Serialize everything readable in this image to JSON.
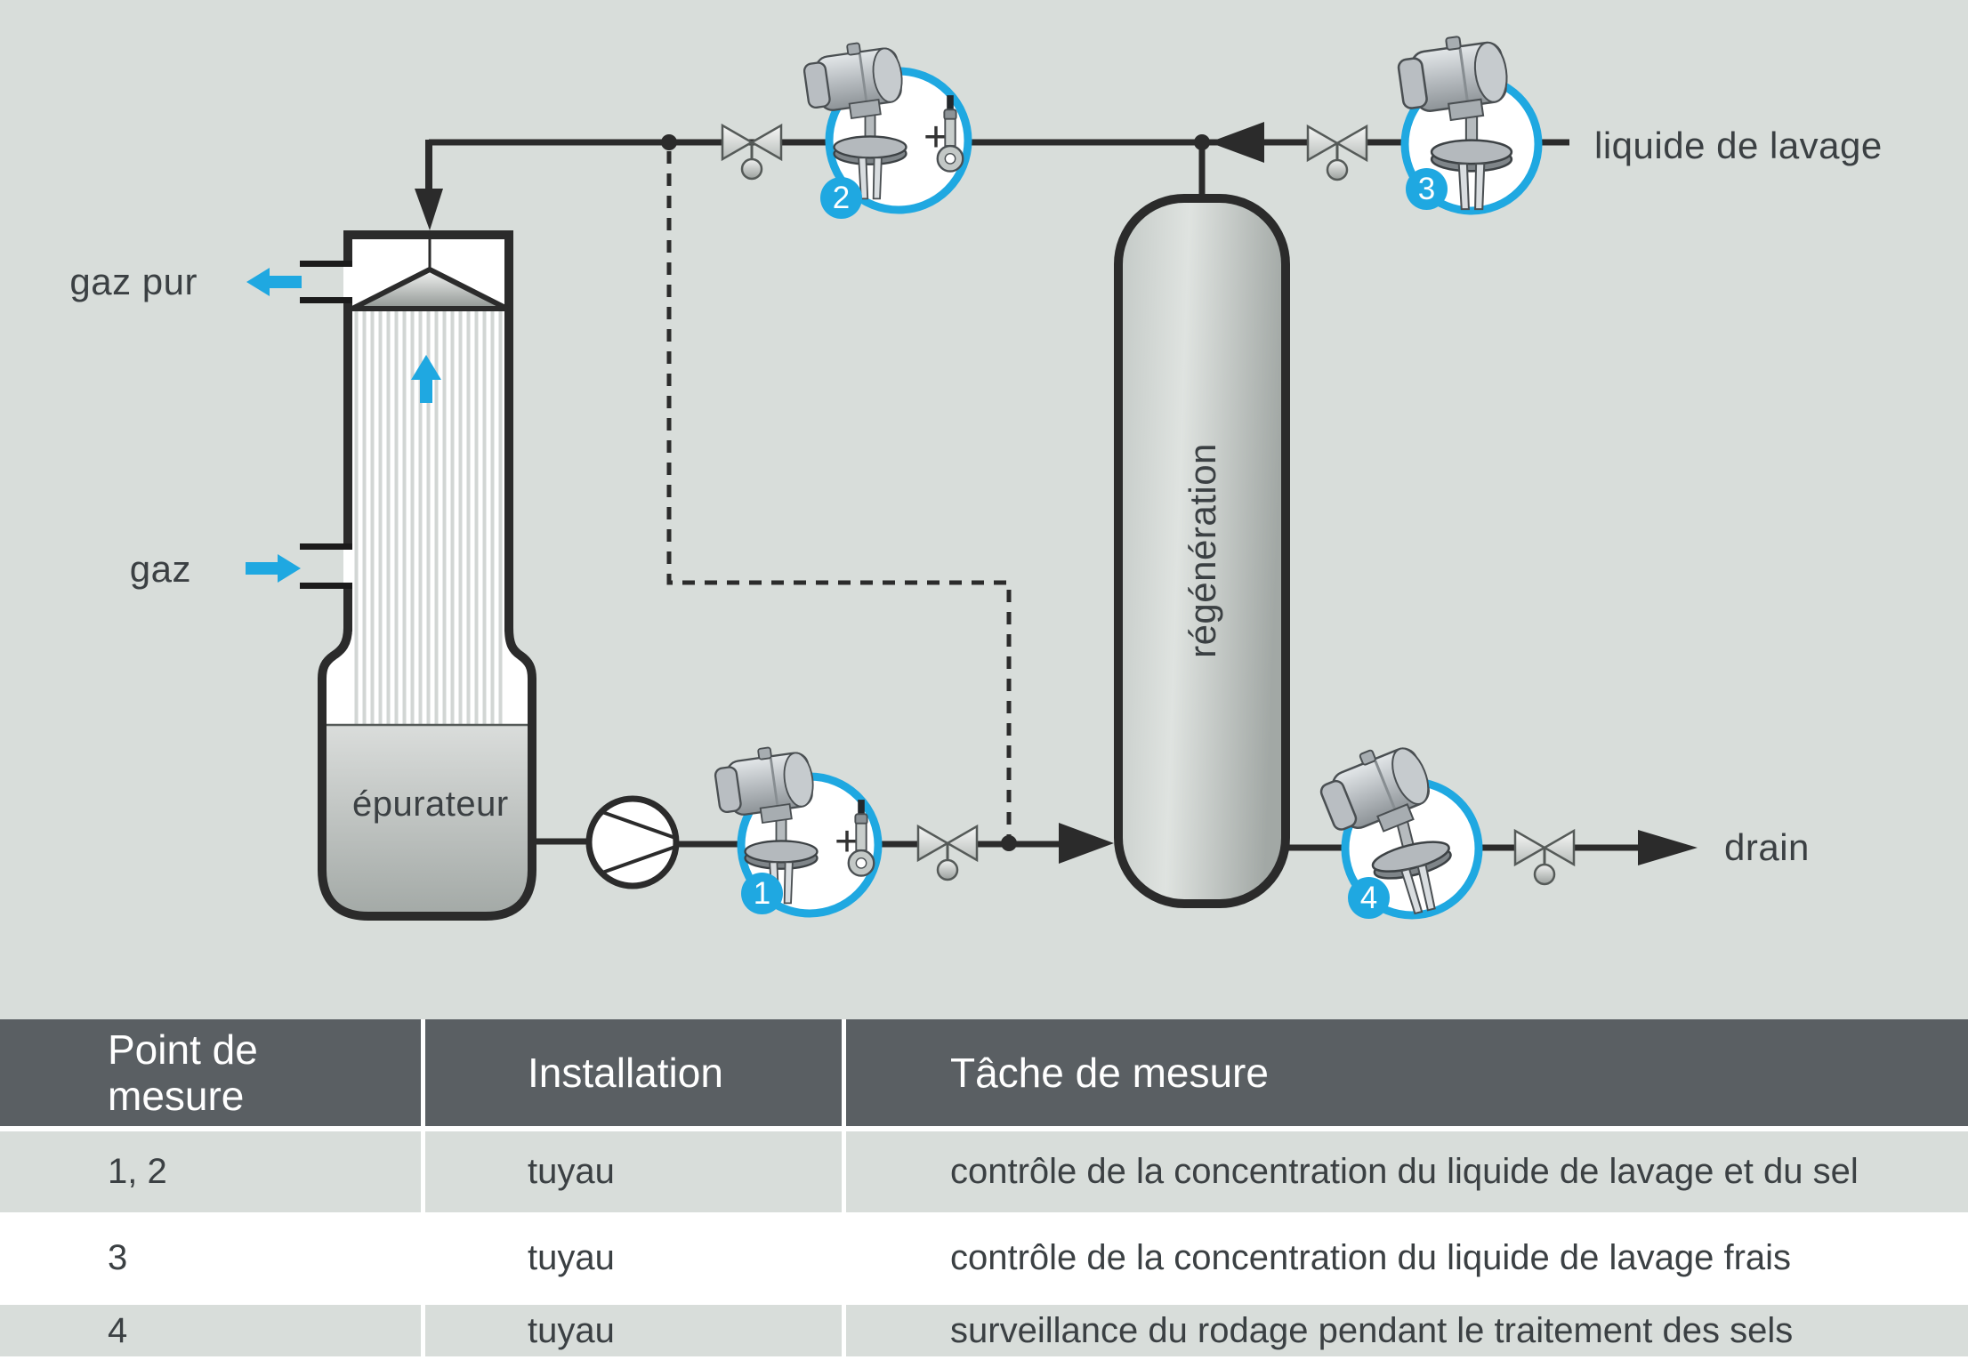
{
  "colors": {
    "background": "#d8ddda",
    "accent_blue": "#1fa8e1",
    "pipe_black": "#2b2b2b",
    "table_header_bg": "#5a5f63",
    "table_row_gray": "#d8ddda",
    "table_row_white": "#ffffff",
    "text_dark": "#3b4043"
  },
  "diagram": {
    "labels": {
      "gaz_pur": "gaz pur",
      "gaz": "gaz",
      "epurateur": "épurateur",
      "regeneration": "régénération",
      "liquide_de_lavage": "liquide de lavage",
      "drain": "drain",
      "plus": "+"
    },
    "points": [
      {
        "number": "1"
      },
      {
        "number": "2"
      },
      {
        "number": "3"
      },
      {
        "number": "4"
      }
    ],
    "icons": {
      "valve": "bowtie-valve-with-ball-actuator",
      "pump": "centrifugal-pump-circle",
      "sensor": "density-transmitter-with-flange-fork",
      "probe": "conductivity-probe",
      "flow_arrow": "solid-black-flow-arrow",
      "blue_arrow": "blue-gas-flow-arrow",
      "signal_line": "dashed-control-signal-line"
    }
  },
  "table": {
    "headers": [
      "Point de mesure",
      "Installation",
      "Tâche de mesure"
    ],
    "rows": [
      {
        "point": "1, 2",
        "installation": "tuyau",
        "task": "contrôle de la concentration du liquide de lavage et du sel"
      },
      {
        "point": "3",
        "installation": "tuyau",
        "task": "contrôle de la concentration du liquide de lavage frais"
      },
      {
        "point": "4",
        "installation": "tuyau",
        "task": "surveillance du rodage pendant le traitement des sels"
      }
    ]
  }
}
